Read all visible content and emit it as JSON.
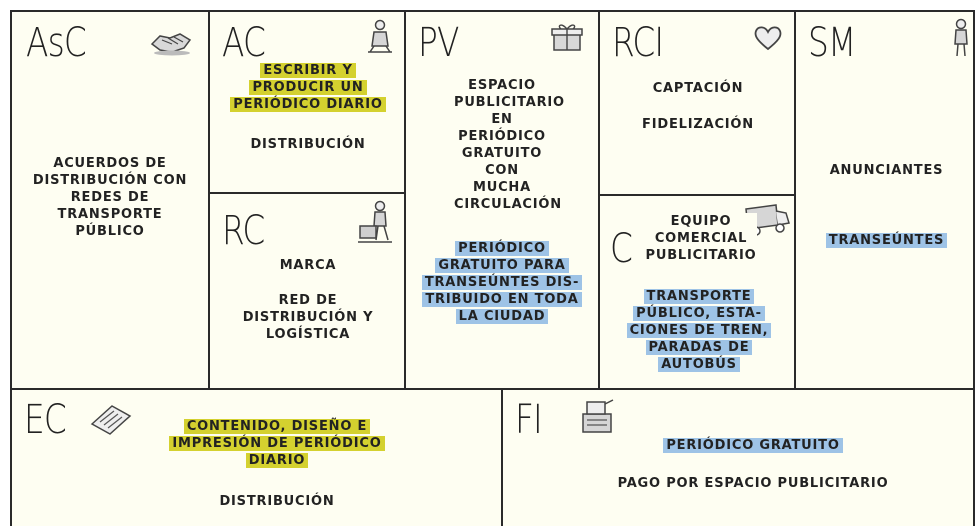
{
  "canvas": {
    "colors": {
      "background": "#fefef2",
      "border": "#2a2a2a",
      "text": "#222222",
      "highlight_yellow": "#d4d12f",
      "highlight_blue": "#9ec3e6"
    },
    "blocks": {
      "asc": {
        "code": "AsC",
        "icon": "handshake-icon",
        "items": [
          "ACUERDOS DE DISTRIBUCIÓN CON REDES DE TRANSPORTE PÚBLICO"
        ]
      },
      "ac": {
        "code": "AC",
        "icon": "worker-icon",
        "items_highlight_yellow": [
          "ESCRIBIR Y PRODUCIR UN PERIÓDICO DIARIO"
        ],
        "items": [
          "DISTRIBUCIÓN"
        ]
      },
      "rc": {
        "code": "RC",
        "icon": "worker-with-bin-icon",
        "items": [
          "MARCA",
          "RED DE DISTRIBUCIÓN Y LOGÍSTICA"
        ]
      },
      "pv": {
        "code": "PV",
        "icon": "gift-icon",
        "items": [
          "ESPACIO PUBLICITARIO EN PERIÓDICO GRATUITO CON MUCHA CIRCULACIÓN"
        ],
        "items_highlight_blue": [
          "PERIÓDICO GRATUITO PARA TRANSEÚNTES DIS-TRIBUIDO EN TODA LA CIUDAD"
        ]
      },
      "rci": {
        "code": "RCI",
        "icon": "heart-icon",
        "items": [
          "CAPTACIÓN",
          "FIDELIZACIÓN"
        ]
      },
      "c": {
        "code": "C",
        "icon": "truck-icon",
        "items": [
          "EQUIPO COMERCIAL PUBLICITARIO"
        ],
        "items_highlight_blue": [
          "TRANSPORTE PÚBLICO, ESTA-CIONES DE TREN, PARADAS DE AUTOBÚS"
        ]
      },
      "sm": {
        "code": "SM",
        "icon": "person-icon",
        "items": [
          "ANUNCIANTES"
        ],
        "items_highlight_blue": [
          "TRANSEÚNTES"
        ]
      },
      "ec": {
        "code": "EC",
        "icon": "receipt-icon",
        "items_highlight_yellow": [
          "CONTENIDO, DISEÑO E IMPRESIÓN DE PERIÓDICO DIARIO"
        ],
        "items": [
          "DISTRIBUCIÓN"
        ]
      },
      "fi": {
        "code": "FI",
        "icon": "cash-register-icon",
        "items_highlight_blue": [
          "PERIÓDICO GRATUITO"
        ],
        "items": [
          "PAGO POR ESPACIO PUBLICITARIO"
        ]
      }
    }
  }
}
